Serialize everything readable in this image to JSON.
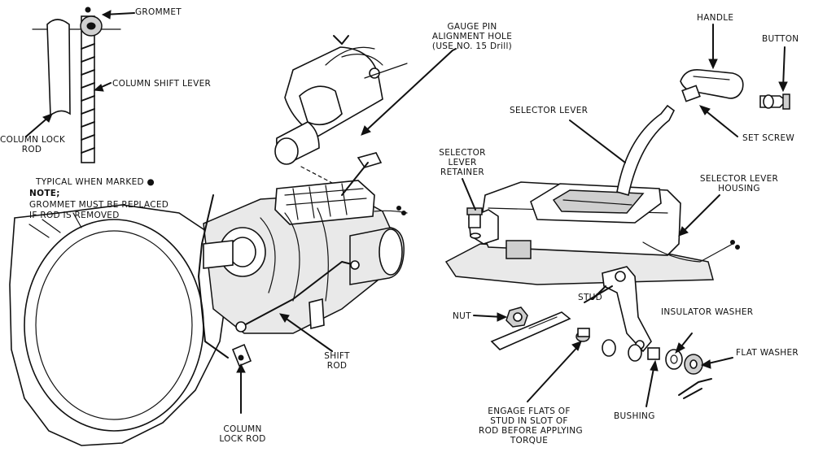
{
  "labels": {
    "grommet": "GROMMET",
    "column_shift_lever": "COLUMN SHIFT LEVER",
    "column_lock_rod_top_1": "COLUMN LOCK",
    "column_lock_rod_top_2": "ROD",
    "typical_when_marked": "TYPICAL WHEN MARKED ●",
    "note": "NOTE;",
    "grommet_replace_1": "GROMMET MUST BE REPLACED",
    "grommet_replace_2": "IF ROD IS REMOVED",
    "gauge_pin_1": "GAUGE PIN",
    "gauge_pin_2": "ALIGNMENT HOLE",
    "gauge_pin_3": "(USE NO. 15 Drill)",
    "handle": "HANDLE",
    "button": "BUTTON",
    "selector_lever": "SELECTOR LEVER",
    "set_screw": "SET SCREW",
    "selector_lever_retainer_1": "SELECTOR",
    "selector_lever_retainer_2": "LEVER",
    "selector_lever_retainer_3": "RETAINER",
    "selector_lever_housing_1": "SELECTOR LEVER",
    "selector_lever_housing_2": "HOUSING",
    "stud": "STUD",
    "insulator_washer": "INSULATOR WASHER",
    "nut": "NUT",
    "flat_washer": "FLAT WASHER",
    "shift_rod_1": "SHIFT",
    "shift_rod_2": "ROD",
    "column_lock_rod_bottom_1": "COLUMN",
    "column_lock_rod_bottom_2": "LOCK ROD",
    "engage_1": "ENGAGE FLATS OF",
    "engage_2": "STUD IN SLOT OF",
    "engage_3": "ROD BEFORE APPLYING",
    "engage_4": "TORQUE",
    "bushing": "BUSHING"
  },
  "colors": {
    "ink": "#111111",
    "background": "#ffffff"
  }
}
